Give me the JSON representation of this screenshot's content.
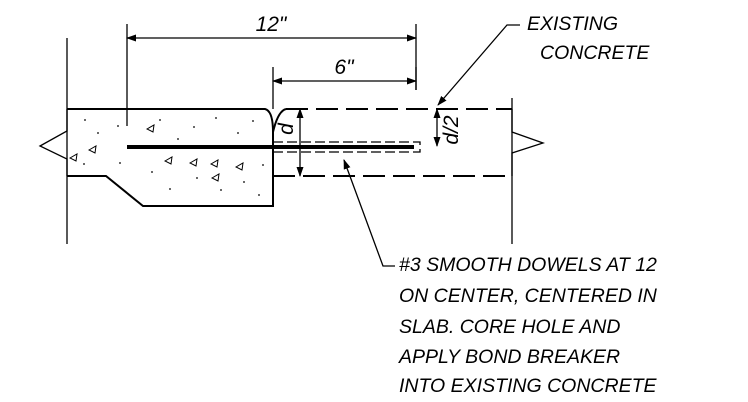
{
  "dimensions": {
    "overall_width": "12\"",
    "dowel_embed": "6\"",
    "slab_depth": "d",
    "half_depth": "d/2"
  },
  "callouts": {
    "existing_line1": "EXISTING",
    "existing_line2": "CONCRETE",
    "dowel_lines": [
      "#3 SMOOTH DOWELS AT 12",
      "ON CENTER, CENTERED IN",
      "SLAB. CORE HOLE AND",
      "APPLY BOND BREAKER",
      "INTO EXISTING CONCRETE"
    ]
  }
}
